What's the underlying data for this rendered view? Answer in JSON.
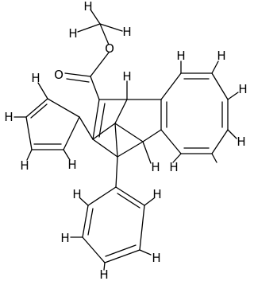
{
  "molecule": {
    "labels": {
      "h_methyl_1": "H",
      "h_methyl_2": "H",
      "h_methyl_3": "H",
      "o_ester": "O",
      "o_carbonyl": "O",
      "h_ring_top": "H",
      "h_right_1": "H",
      "h_right_2": "H",
      "h_right_3": "H",
      "h_right_4": "H",
      "h_bridge": "H",
      "h_left_1": "H",
      "h_left_2": "H",
      "h_left_3": "H",
      "h_left_4": "H",
      "h_left_5": "H",
      "h_bottom_1": "H",
      "h_bottom_2": "H",
      "h_bottom_3": "H",
      "h_bottom_4": "H",
      "h_bottom_5": "H"
    },
    "colors": {
      "bond": "#000000",
      "label": "#000000",
      "background": "#ffffff"
    }
  }
}
